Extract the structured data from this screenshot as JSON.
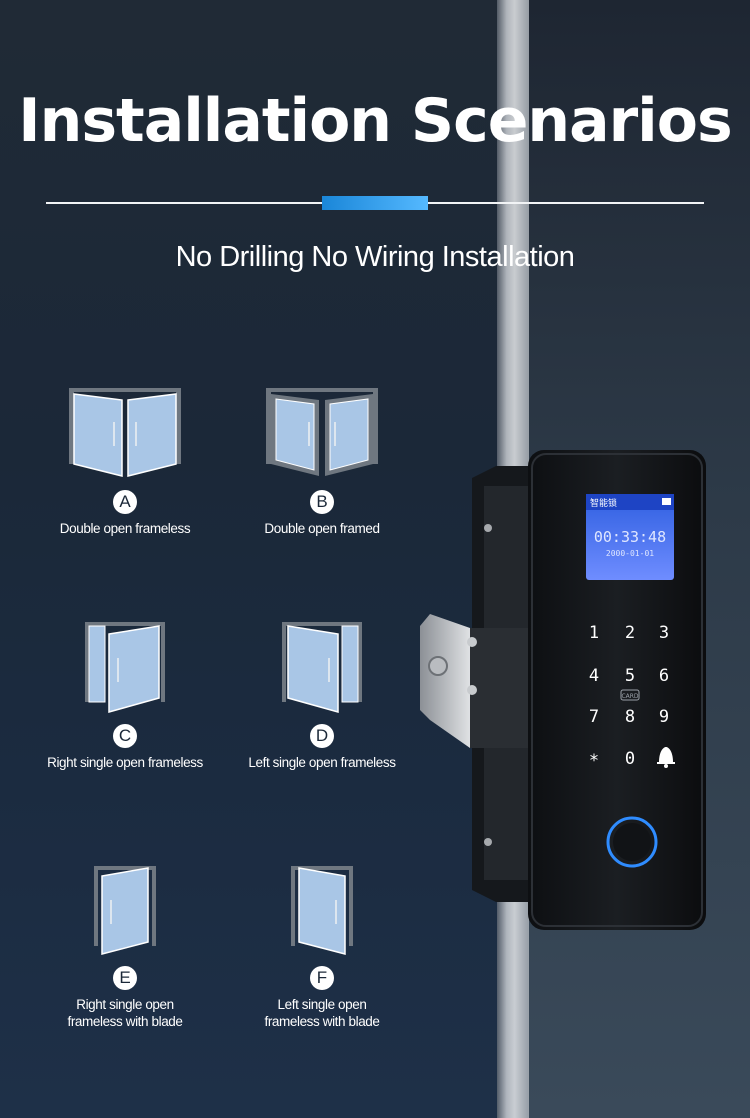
{
  "header": {
    "title": "Installation Scenarios",
    "subtitle": "No Drilling No Wiring Installation"
  },
  "colors": {
    "accent": "#2b9cf0",
    "glass": "#a9c6e6",
    "frame": "#6f7780"
  },
  "scenarios": [
    {
      "letter": "A",
      "caption_line1": "Double open frameless",
      "caption_line2": ""
    },
    {
      "letter": "B",
      "caption_line1": "Double open framed",
      "caption_line2": ""
    },
    {
      "letter": "C",
      "caption_line1": "Right single open frameless",
      "caption_line2": ""
    },
    {
      "letter": "D",
      "caption_line1": "Left single open frameless",
      "caption_line2": ""
    },
    {
      "letter": "E",
      "caption_line1": "Right single open",
      "caption_line2": "frameless with blade"
    },
    {
      "letter": "F",
      "caption_line1": "Left single open",
      "caption_line2": "frameless with blade"
    }
  ],
  "lock": {
    "screen_label": "智能锁",
    "screen_time": "00:33:48",
    "screen_date": "2000-01-01",
    "keys": [
      "1",
      "2",
      "3",
      "4",
      "5",
      "6",
      "7",
      "8",
      "9",
      "*",
      "0"
    ],
    "card_label": "CARD"
  }
}
